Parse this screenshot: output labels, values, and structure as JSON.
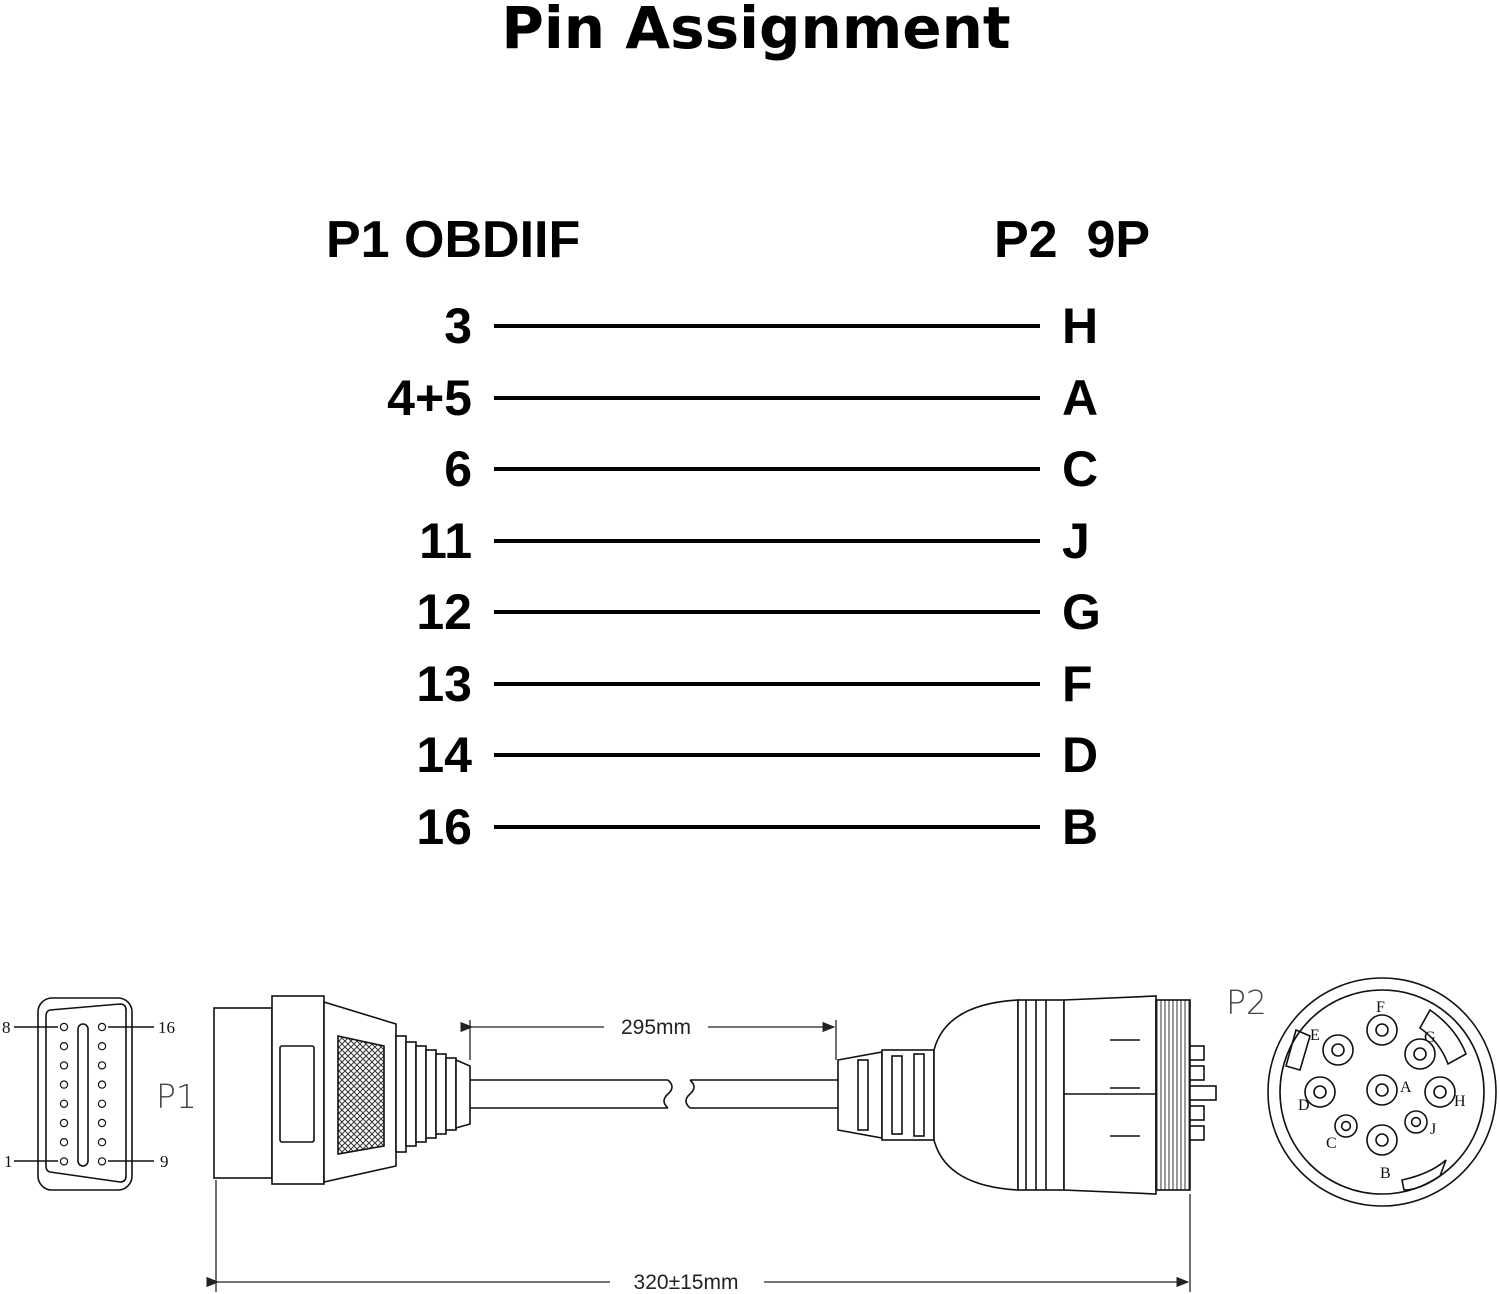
{
  "title": "Pin Assignment",
  "headers": {
    "left": "P1 OBDIIF",
    "right": "P2  9P"
  },
  "pins": [
    {
      "p1": "3",
      "p2": "H"
    },
    {
      "p1": "4+5",
      "p2": "A"
    },
    {
      "p1": "6",
      "p2": "C"
    },
    {
      "p1": "11",
      "p2": "J"
    },
    {
      "p1": "12",
      "p2": "G"
    },
    {
      "p1": "13",
      "p2": "F"
    },
    {
      "p1": "14",
      "p2": "D"
    },
    {
      "p1": "16",
      "p2": "B"
    }
  ],
  "drawing": {
    "obd_pins": {
      "top_left": "8",
      "top_right": "16",
      "bottom_left": "1",
      "bottom_right": "9"
    },
    "p1_label": "P1",
    "p2_label": "P2",
    "cable_length": "295mm",
    "total_length": "320±15mm",
    "deutsch_pins": [
      "A",
      "B",
      "C",
      "D",
      "E",
      "F",
      "G",
      "H",
      "J"
    ]
  },
  "colors": {
    "ink": "#000000",
    "line": "#222222",
    "background": "#ffffff"
  }
}
